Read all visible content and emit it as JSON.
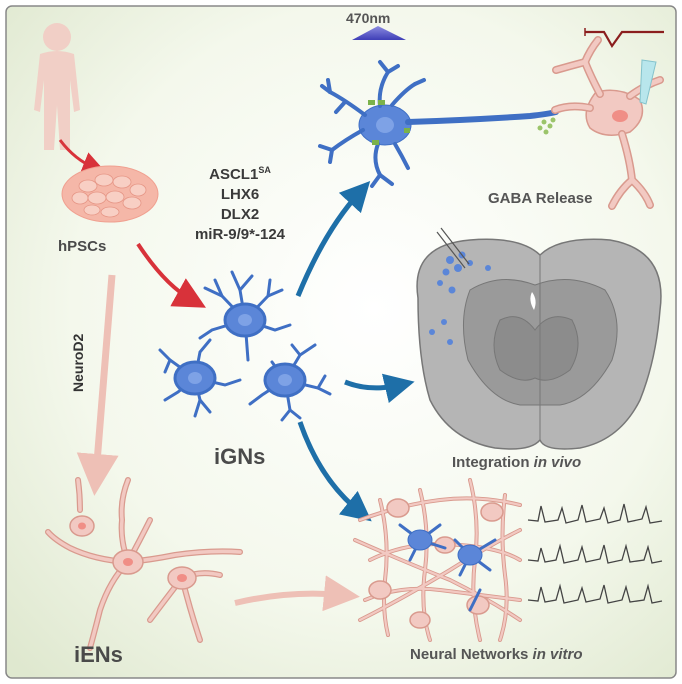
{
  "labels": {
    "wavelength": "470nm",
    "hpscs": "hPSCs",
    "neurod2": "NeuroD2",
    "ignS": "iGNs",
    "iens": "iENs",
    "gaba_release": "GABA Release",
    "integration_prefix": "Integration",
    "integration_italic": "in vivo",
    "networks_prefix": "Neural Networks",
    "networks_italic": "in vitro"
  },
  "factors": {
    "ascl1": "ASCL1",
    "ascl1_sup": "SA",
    "lhx6": "LHX6",
    "dlx2": "DLX2",
    "mir": "miR-9/9*-124"
  },
  "colors": {
    "blue_neuron": "#5b86d8",
    "pink_neuron": "#f2c9c2",
    "red_arrow": "#d8323a",
    "teal_arrow": "#1e6fa8",
    "pink_arrow": "#eec0b6"
  }
}
